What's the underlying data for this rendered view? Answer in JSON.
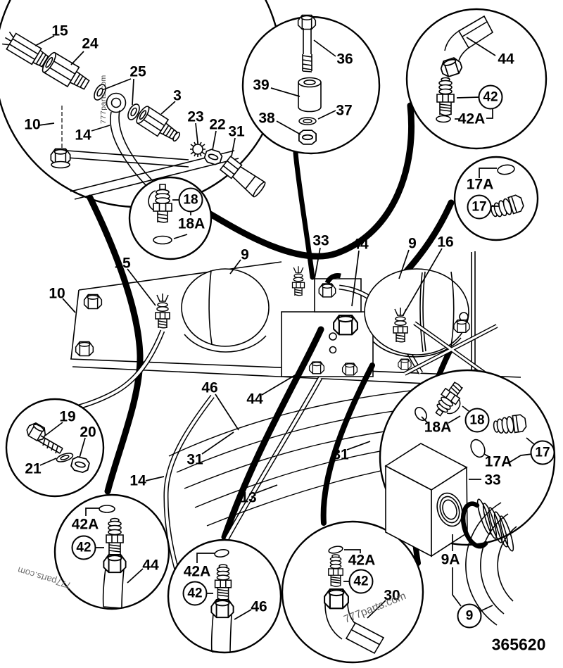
{
  "diagram": {
    "drawing_number": "365620",
    "watermarks": [
      "777parts.com",
      "777parts.com",
      "777parts.com"
    ],
    "callouts": [
      {
        "id": "15-a",
        "text": "15",
        "circled": false
      },
      {
        "id": "24",
        "text": "24",
        "circled": false
      },
      {
        "id": "25",
        "text": "25",
        "circled": false
      },
      {
        "id": "3",
        "text": "3",
        "circled": false
      },
      {
        "id": "23",
        "text": "23",
        "circled": false
      },
      {
        "id": "22",
        "text": "22",
        "circled": false
      },
      {
        "id": "31-a",
        "text": "31",
        "circled": false
      },
      {
        "id": "10-a",
        "text": "10",
        "circled": false
      },
      {
        "id": "14-a",
        "text": "14",
        "circled": false
      },
      {
        "id": "39",
        "text": "39",
        "circled": false
      },
      {
        "id": "36",
        "text": "36",
        "circled": false
      },
      {
        "id": "38",
        "text": "38",
        "circled": false
      },
      {
        "id": "37",
        "text": "37",
        "circled": false
      },
      {
        "id": "44-a",
        "text": "44",
        "circled": false
      },
      {
        "id": "42-a",
        "text": "42",
        "circled": true
      },
      {
        "id": "42A-a",
        "text": "42A",
        "circled": false
      },
      {
        "id": "17A-a",
        "text": "17A",
        "circled": false
      },
      {
        "id": "17-a",
        "text": "17",
        "circled": true
      },
      {
        "id": "18-a",
        "text": "18",
        "circled": true
      },
      {
        "id": "18A-a",
        "text": "18A",
        "circled": false
      },
      {
        "id": "9-a",
        "text": "9",
        "circled": false
      },
      {
        "id": "15-b",
        "text": "15",
        "circled": false
      },
      {
        "id": "10-b",
        "text": "10",
        "circled": false
      },
      {
        "id": "33-a",
        "text": "33",
        "circled": false
      },
      {
        "id": "44-b",
        "text": "44",
        "circled": false
      },
      {
        "id": "9-b",
        "text": "9",
        "circled": false
      },
      {
        "id": "16",
        "text": "16",
        "circled": false
      },
      {
        "id": "46-a",
        "text": "46",
        "circled": false
      },
      {
        "id": "44-c",
        "text": "44",
        "circled": false
      },
      {
        "id": "31-b",
        "text": "31",
        "circled": false
      },
      {
        "id": "13",
        "text": "13",
        "circled": false
      },
      {
        "id": "31-c",
        "text": "31",
        "circled": false
      },
      {
        "id": "19",
        "text": "19",
        "circled": false
      },
      {
        "id": "20",
        "text": "20",
        "circled": false
      },
      {
        "id": "21",
        "text": "21",
        "circled": false
      },
      {
        "id": "14-b",
        "text": "14",
        "circled": false
      },
      {
        "id": "42A-b",
        "text": "42A",
        "circled": false
      },
      {
        "id": "42-b",
        "text": "42",
        "circled": true
      },
      {
        "id": "44-d",
        "text": "44",
        "circled": false
      },
      {
        "id": "42A-c",
        "text": "42A",
        "circled": false
      },
      {
        "id": "42-c",
        "text": "42",
        "circled": true
      },
      {
        "id": "46-b",
        "text": "46",
        "circled": false
      },
      {
        "id": "42A-d",
        "text": "42A",
        "circled": false
      },
      {
        "id": "42-d",
        "text": "42",
        "circled": true
      },
      {
        "id": "30",
        "text": "30",
        "circled": false
      },
      {
        "id": "18A-b",
        "text": "18A",
        "circled": false
      },
      {
        "id": "18-b",
        "text": "18",
        "circled": true
      },
      {
        "id": "17A-b",
        "text": "17A",
        "circled": false
      },
      {
        "id": "17-b",
        "text": "17",
        "circled": true
      },
      {
        "id": "33-b",
        "text": "33",
        "circled": false
      },
      {
        "id": "9A",
        "text": "9A",
        "circled": false
      },
      {
        "id": "9-c",
        "text": "9",
        "circled": true
      }
    ]
  }
}
